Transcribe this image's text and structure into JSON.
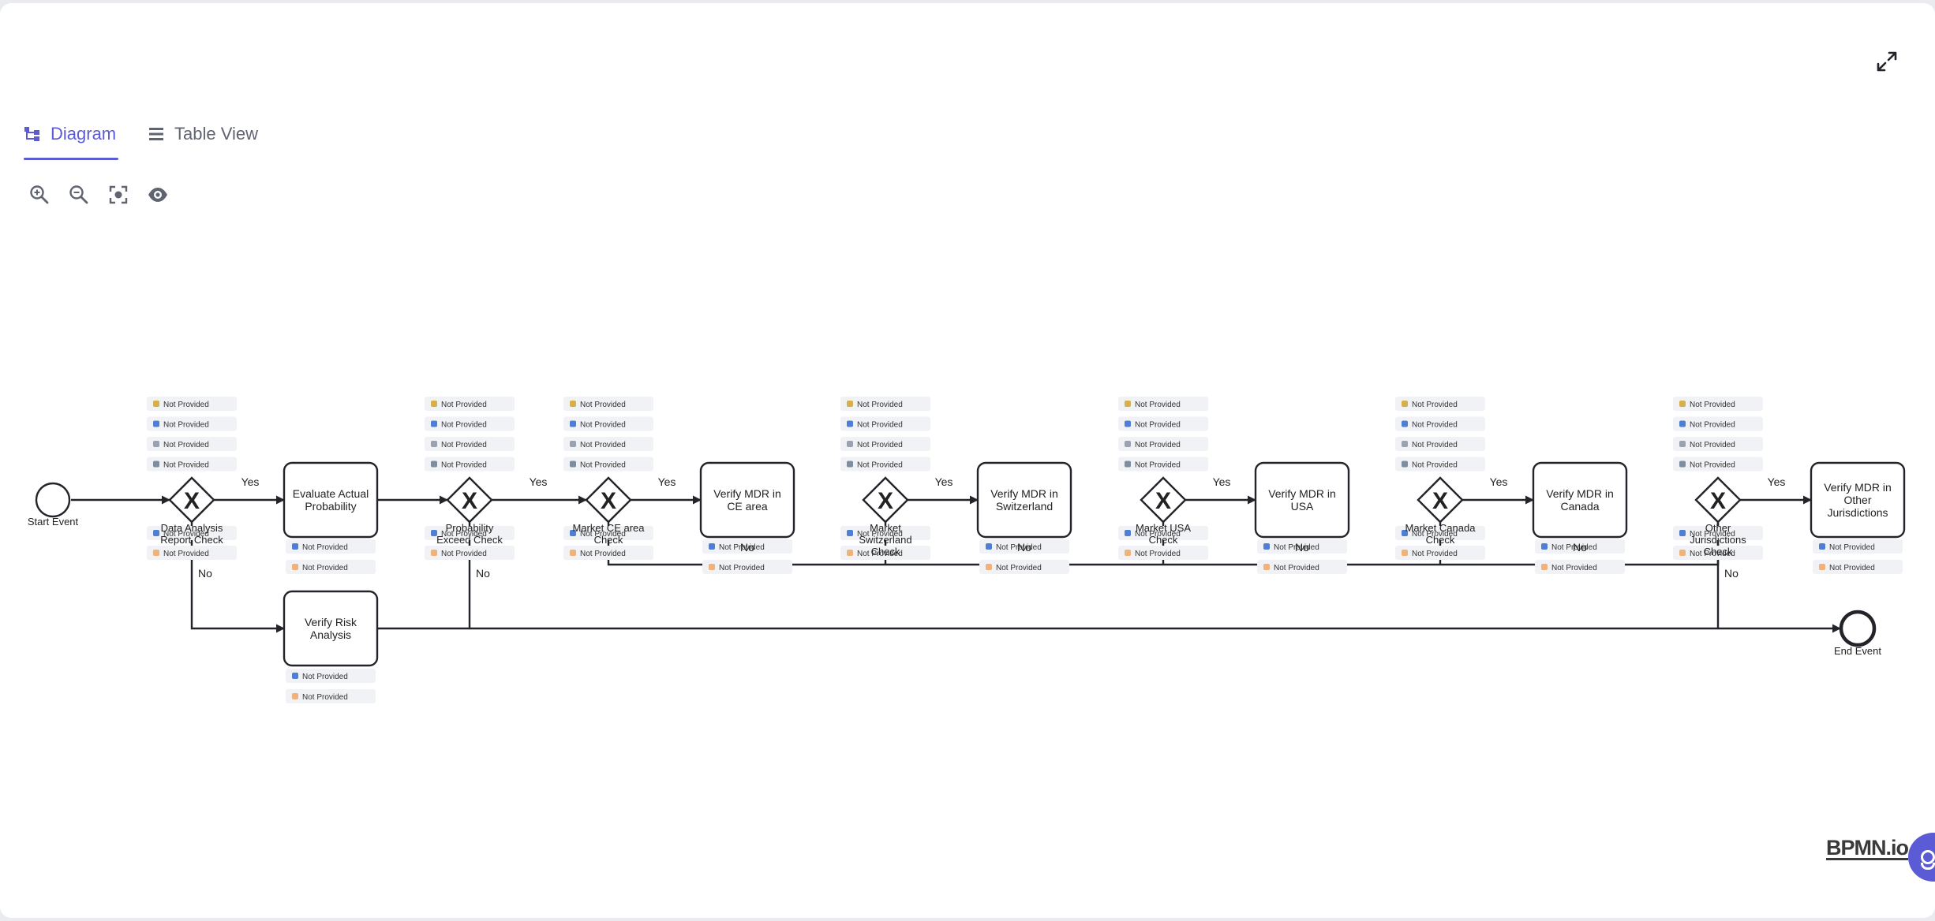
{
  "tabs": {
    "diagram": "Diagram",
    "table": "Table View"
  },
  "toolbar": [
    "zoom-in-icon",
    "zoom-out-icon",
    "fit-view-icon",
    "eye-icon"
  ],
  "colors": {
    "accent": "#5b5bd6",
    "stroke": "#22242a",
    "chip_bg": "#f1f2f5",
    "chip_text": "#333333"
  },
  "diagram": {
    "start_event": "Start Event",
    "end_event": "End Event",
    "edge_yes": "Yes",
    "edge_no": "No",
    "chip_text": "Not Provided",
    "gateway_symbol": "X",
    "gateways": [
      {
        "id": "g1",
        "lines": [
          "Data Analysis",
          "Report Check"
        ]
      },
      {
        "id": "g2",
        "lines": [
          "Probability",
          "Exceed Check"
        ]
      },
      {
        "id": "g3",
        "lines": [
          "Market CE area",
          "Check"
        ]
      },
      {
        "id": "g4",
        "lines": [
          "Market",
          "Switzerland",
          "Check"
        ]
      },
      {
        "id": "g5",
        "lines": [
          "Market USA",
          "Check"
        ]
      },
      {
        "id": "g6",
        "lines": [
          "Market Canada",
          "Check"
        ]
      },
      {
        "id": "g7",
        "lines": [
          "Other",
          "Jurisdictions",
          "Check"
        ]
      }
    ],
    "tasks": [
      {
        "id": "t1",
        "lines": [
          "Evaluate Actual",
          "Probability"
        ]
      },
      {
        "id": "t2",
        "lines": [
          "Verify MDR in",
          "CE area"
        ]
      },
      {
        "id": "t3",
        "lines": [
          "Verify MDR in",
          "Switzerland"
        ]
      },
      {
        "id": "t4",
        "lines": [
          "Verify MDR in",
          "USA"
        ]
      },
      {
        "id": "t5",
        "lines": [
          "Verify MDR in",
          "Canada"
        ]
      },
      {
        "id": "t6",
        "lines": [
          "Verify MDR in",
          "Other",
          "Jurisdictions"
        ]
      },
      {
        "id": "t7",
        "lines": [
          "Verify Risk",
          "Analysis"
        ]
      }
    ]
  },
  "branding": {
    "logo": "BPMN.io"
  }
}
